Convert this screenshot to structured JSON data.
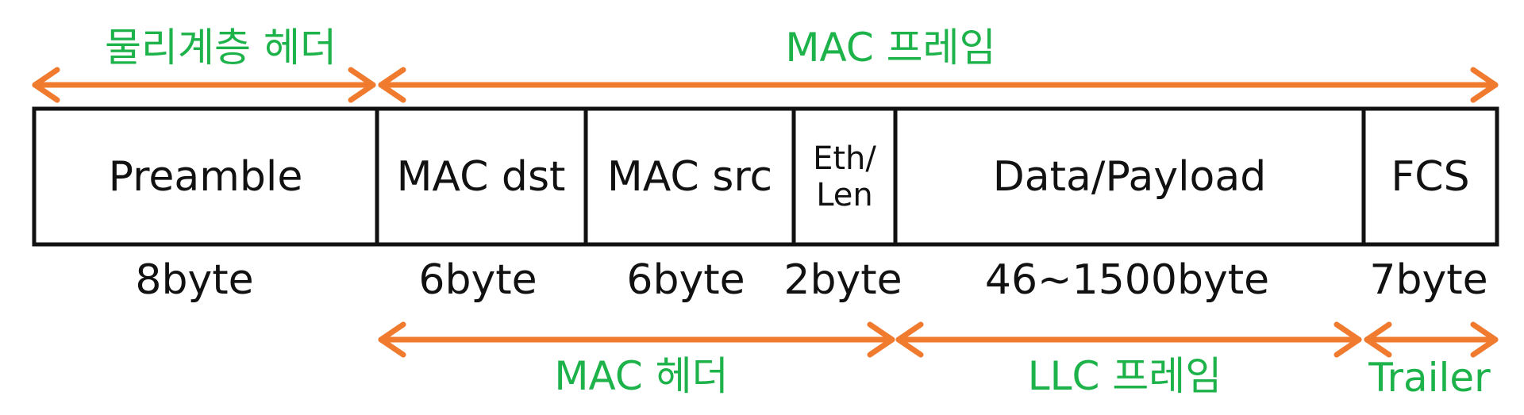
{
  "colors": {
    "arrow": "#f07b2f",
    "label": "#1db34a",
    "box": "#111111"
  },
  "top_labels": {
    "physical_header": "물리계층 헤더",
    "mac_frame": "MAC 프레임"
  },
  "fields": [
    {
      "name": "Preamble",
      "size": "8byte"
    },
    {
      "name": "MAC dst",
      "size": "6byte"
    },
    {
      "name": "MAC src",
      "size": "6byte"
    },
    {
      "name_line1": "Eth/",
      "name_line2": "Len",
      "size": "2byte"
    },
    {
      "name": "Data/Payload",
      "size": "46~1500byte"
    },
    {
      "name": "FCS",
      "size": "7byte"
    }
  ],
  "bottom_labels": {
    "mac_header": "MAC 헤더",
    "llc_frame": "LLC 프레임",
    "trailer": "Trailer"
  }
}
